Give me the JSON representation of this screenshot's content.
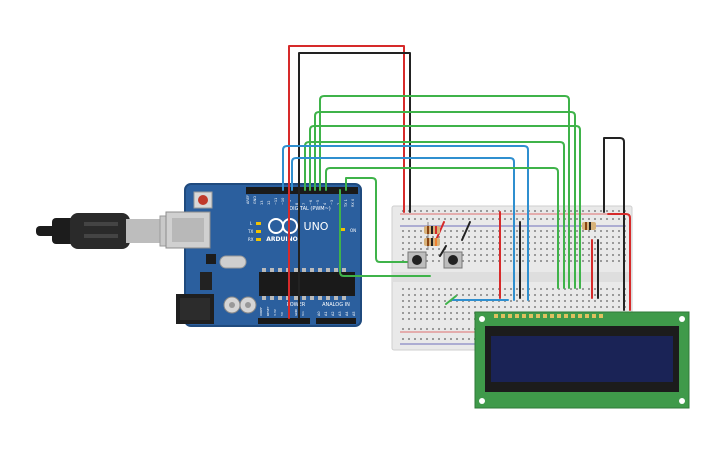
{
  "board": {
    "brand": "ARDUINO",
    "model": "UNO",
    "digital_label": "DIGITAL (PWM~)",
    "analog_label": "ANALOG IN",
    "power_label": "POWER",
    "on_label": "ON",
    "tx_label": "TX",
    "rx_label": "RX",
    "l_label": "L",
    "aref_label": "AREF",
    "gnd_label": "GND",
    "digital_pins": [
      "13",
      "12",
      "~11",
      "~10",
      "~9",
      "8",
      "7",
      "~6",
      "~5",
      "4",
      "~3",
      "2",
      "TX 1",
      "RX 0"
    ],
    "analog_pins": [
      "A0",
      "A1",
      "A2",
      "A3",
      "A4",
      "A5"
    ],
    "power_pins": [
      "IOREF",
      "RESET",
      "3.3V",
      "5V",
      "GND",
      "GND",
      "Vin"
    ]
  },
  "colors": {
    "board": "#2b5f9e",
    "board_edge": "#1f4a7e",
    "breadboard": "#e9e9e9",
    "lcd_pcb": "#3f9a4a",
    "lcd_screen": "#1a2356",
    "wire_red": "#d62a2a",
    "wire_black": "#222222",
    "wire_green": "#3fb34a",
    "wire_blue": "#2f8fcf"
  },
  "icons": [
    "usb-cable-icon",
    "reset-button-icon",
    "pushbutton-icon",
    "resistor-icon"
  ]
}
